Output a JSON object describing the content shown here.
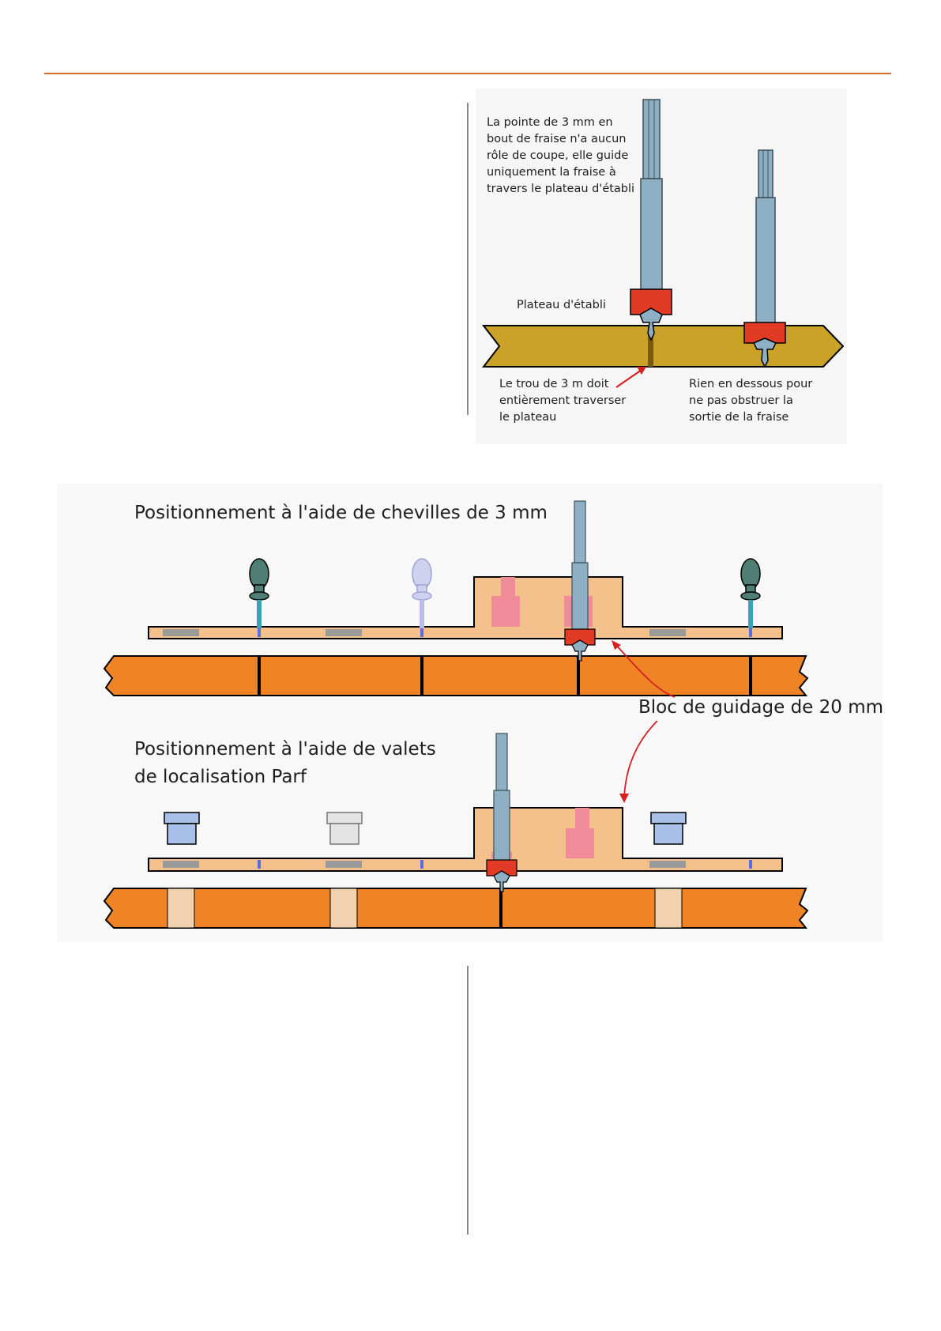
{
  "colors": {
    "rule": "#d96a2c",
    "workbench_top": "#c9a227",
    "workbench_bottom": "#ef8426",
    "template": "#f4c08c",
    "guide_block": "#f4c08c",
    "bushing": "#f08c9a",
    "cutter": "#e23b25",
    "shank": "#8fb0c4",
    "arrow": "#d62020",
    "peg_dark": "#4f7f74",
    "peg_light": "#b9bde6",
    "pin_blue": "#8ba6dd"
  },
  "top_diagram": {
    "tip_note": [
      "La pointe de 3 mm en",
      "bout de fraise n'a aucun",
      "rôle de coupe, elle guide",
      "uniquement la fraise à",
      "travers le plateau d'établi"
    ],
    "bench_label": "Plateau d'établi",
    "hole_note": [
      "Le trou de 3 m doit",
      "entièrement traverser",
      "le plateau"
    ],
    "below_note": [
      "Rien en dessous pour",
      "ne pas obstruer la",
      "sortie de la fraise"
    ]
  },
  "bottom_diagram": {
    "title_pegs": "Positionnement à l'aide de chevilles de 3 mm",
    "title_clamps": [
      "Positionnement à l'aide de valets",
      "de localisation Parf"
    ],
    "guide_block_label": "Bloc de guidage de 20 mm"
  }
}
